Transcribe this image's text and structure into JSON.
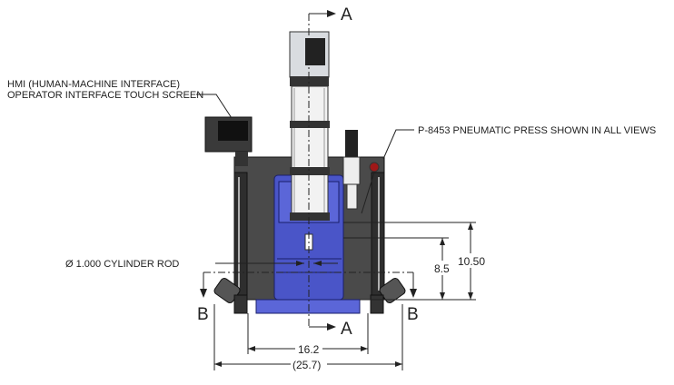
{
  "annotations": {
    "hmi_line1": "HMI (HUMAN-MACHINE INTERFACE)",
    "hmi_line2": "OPERATOR INTERFACE TOUCH SCREEN",
    "press_note": "P-8453 PNEUMATIC PRESS SHOWN IN ALL VIEWS",
    "cylinder_rod": "Ø 1.000 CYLINDER ROD"
  },
  "section_markers": {
    "a_top": "A",
    "a_bottom": "A",
    "b_left": "B",
    "b_right": "B"
  },
  "dimensions": {
    "height_inner": "8.5",
    "height_outer": "10.50",
    "width_inner": "16.2",
    "width_outer": "(25.7)"
  },
  "colors": {
    "cabinet": "#4a4a4a",
    "frame_blue": "#4a55c8",
    "line": "#222222"
  }
}
